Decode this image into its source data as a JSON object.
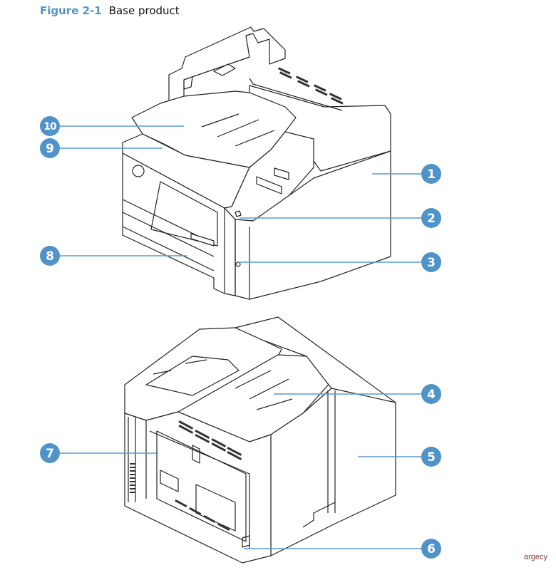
{
  "caption": {
    "figure_label": "Figure 2-1",
    "title": "Base product"
  },
  "callouts": [
    {
      "number": "1",
      "side": "right",
      "view": "front"
    },
    {
      "number": "2",
      "side": "right",
      "view": "front"
    },
    {
      "number": "3",
      "side": "right",
      "view": "front"
    },
    {
      "number": "4",
      "side": "right",
      "view": "rear"
    },
    {
      "number": "5",
      "side": "right",
      "view": "rear"
    },
    {
      "number": "6",
      "side": "right",
      "view": "rear"
    },
    {
      "number": "7",
      "side": "left",
      "view": "rear"
    },
    {
      "number": "8",
      "side": "left",
      "view": "front"
    },
    {
      "number": "9",
      "side": "left",
      "view": "front"
    },
    {
      "number": "10",
      "side": "left",
      "view": "front"
    }
  ],
  "watermark": "argecy",
  "colors": {
    "accent": "#4f93c9",
    "leader": "#5b9bcf",
    "watermark": "#7a3b3b"
  }
}
